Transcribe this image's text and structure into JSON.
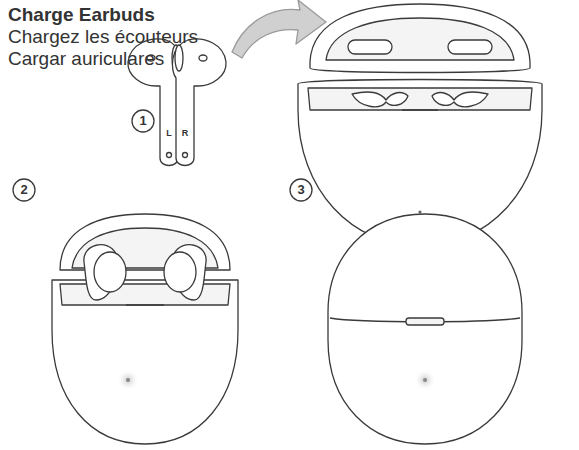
{
  "diagram": {
    "title": "Charge Earbuds",
    "labels": [
      "Chargez les écouteurs",
      "Cargar auriculares",
      "1",
      "L",
      "R",
      "2",
      "3"
    ]
  }
}
